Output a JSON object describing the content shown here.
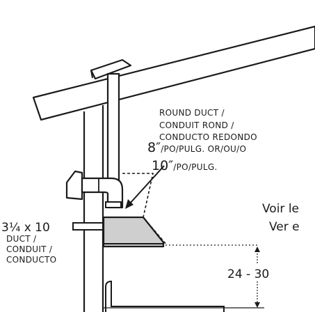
{
  "round_duct": {
    "line1": "ROUND DUCT /",
    "line2": "CONDUIT ROND /",
    "line3": "CONDUCTO REDONDO",
    "size8_num": "8″",
    "size8_units": "/PO/PULG. OR/OU/O",
    "size10_num": "10″",
    "size10_units": "/PO/PULG."
  },
  "rect_duct": {
    "size": "3¼ x 10",
    "line1": "DUCT /",
    "line2": "CONDUIT /",
    "line3": "CONDUCTO"
  },
  "voir_text": "Voir le",
  "ver_text": "Ver e",
  "height_range": "24 - 30"
}
